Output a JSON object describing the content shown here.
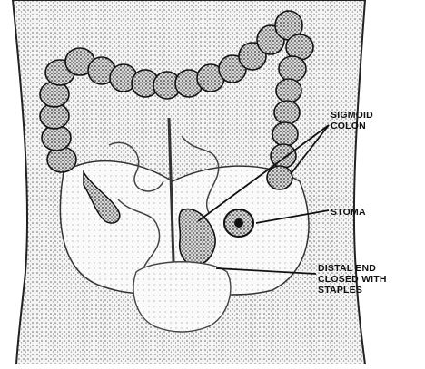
{
  "diagram": {
    "labels": {
      "sigmoid_colon": [
        "SIGMOID",
        "COLON"
      ],
      "stoma": "STOMA",
      "distal_end": [
        "DISTAL END",
        "CLOSED WITH",
        "STAPLES"
      ]
    }
  }
}
